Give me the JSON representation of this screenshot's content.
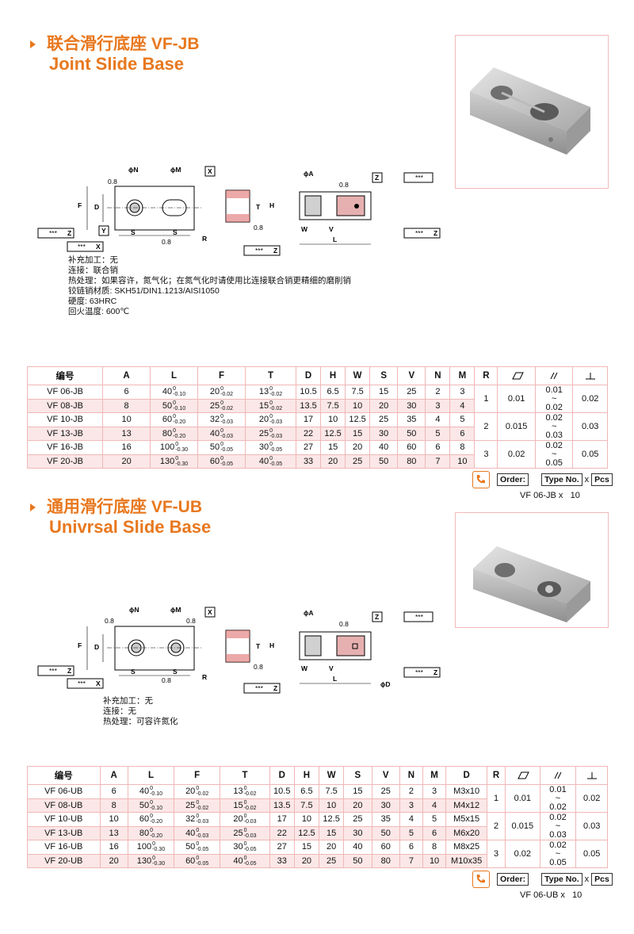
{
  "section1": {
    "title_zh": "联合滑行底座 VF-JB",
    "title_en": "Joint Slide Base",
    "notes": [
      "补充加工：无",
      "连接：联合销",
      "热处理：如果容许，氮气化；在氮气化时请使用比连接联合销更精细的磨削销",
      "铰链销材质: SKH51/DIN1.1213/AISI1050",
      "硬度: 63HRC",
      "回火温度: 600℃"
    ],
    "headers": [
      "编号",
      "A",
      "L",
      "F",
      "T",
      "D",
      "H",
      "W",
      "S",
      "V",
      "N",
      "M",
      "R"
    ],
    "rows": [
      {
        "no": "VF 06-JB",
        "A": "6",
        "L": "40",
        "F": "20",
        "T": "13",
        "D": "10.5",
        "H": "6.5",
        "W": "7.5",
        "S": "15",
        "V": "25",
        "N": "2",
        "M": "3"
      },
      {
        "no": "VF 08-JB",
        "A": "8",
        "L": "50",
        "F": "25",
        "T": "15",
        "D": "13.5",
        "H": "7.5",
        "W": "10",
        "S": "20",
        "V": "30",
        "N": "3",
        "M": "4"
      },
      {
        "no": "VF 10-JB",
        "A": "10",
        "L": "60",
        "F": "32",
        "T": "20",
        "D": "17",
        "H": "10",
        "W": "12.5",
        "S": "25",
        "V": "35",
        "N": "4",
        "M": "5"
      },
      {
        "no": "VF 13-JB",
        "A": "13",
        "L": "80",
        "F": "40",
        "T": "25",
        "D": "22",
        "H": "12.5",
        "W": "15",
        "S": "30",
        "V": "50",
        "N": "5",
        "M": "6"
      },
      {
        "no": "VF 16-JB",
        "A": "16",
        "L": "100",
        "F": "50",
        "T": "30",
        "D": "27",
        "H": "15",
        "W": "20",
        "S": "40",
        "V": "60",
        "N": "6",
        "M": "8"
      },
      {
        "no": "VF 20-JB",
        "A": "20",
        "L": "130",
        "F": "60",
        "T": "40",
        "D": "33",
        "H": "20",
        "W": "25",
        "S": "50",
        "V": "80",
        "N": "7",
        "M": "10"
      }
    ],
    "order_example": "VF 06-JB",
    "order_qty": "10"
  },
  "section2": {
    "title_zh": "通用滑行底座 VF-UB",
    "title_en": "Univrsal Slide Base",
    "notes": [
      "补充加工：无",
      "连接：无",
      "热处理：可容许氮化"
    ],
    "headers": [
      "编号",
      "A",
      "L",
      "F",
      "T",
      "D",
      "H",
      "W",
      "S",
      "V",
      "N",
      "M",
      "D",
      "R"
    ],
    "rows": [
      {
        "no": "VF 06-UB",
        "A": "6",
        "L": "40",
        "F": "20",
        "T": "13",
        "D": "10.5",
        "H": "6.5",
        "W": "7.5",
        "S": "15",
        "V": "25",
        "N": "2",
        "M": "3",
        "Dm": "M3x10"
      },
      {
        "no": "VF 08-UB",
        "A": "8",
        "L": "50",
        "F": "25",
        "T": "15",
        "D": "13.5",
        "H": "7.5",
        "W": "10",
        "S": "20",
        "V": "30",
        "N": "3",
        "M": "4",
        "Dm": "M4x12"
      },
      {
        "no": "VF 10-UB",
        "A": "10",
        "L": "60",
        "F": "32",
        "T": "20",
        "D": "17",
        "H": "10",
        "W": "12.5",
        "S": "25",
        "V": "35",
        "N": "4",
        "M": "5",
        "Dm": "M5x15"
      },
      {
        "no": "VF 13-UB",
        "A": "13",
        "L": "80",
        "F": "40",
        "T": "25",
        "D": "22",
        "H": "12.5",
        "W": "15",
        "S": "30",
        "V": "50",
        "N": "5",
        "M": "6",
        "Dm": "M6x20"
      },
      {
        "no": "VF 16-UB",
        "A": "16",
        "L": "100",
        "F": "50",
        "T": "30",
        "D": "27",
        "H": "15",
        "W": "20",
        "S": "40",
        "V": "60",
        "N": "6",
        "M": "8",
        "Dm": "M8x25"
      },
      {
        "no": "VF 20-UB",
        "A": "20",
        "L": "130",
        "F": "60",
        "T": "40",
        "D": "33",
        "H": "20",
        "W": "25",
        "S": "50",
        "V": "80",
        "N": "7",
        "M": "10",
        "Dm": "M10x35"
      }
    ],
    "order_example": "VF 06-UB",
    "order_qty": "10"
  },
  "tolerances": {
    "L": [
      {
        "up": "0",
        "lo": "-0.10"
      },
      {
        "up": "0",
        "lo": "-0.10"
      },
      {
        "up": "0",
        "lo": "-0.20"
      },
      {
        "up": "0",
        "lo": "-0.20"
      },
      {
        "up": "0",
        "lo": "-0.30"
      },
      {
        "up": "0",
        "lo": "-0.30"
      }
    ],
    "F": [
      {
        "up": "0",
        "lo": "-0.02"
      },
      {
        "up": "0",
        "lo": "-0.02"
      },
      {
        "up": "0",
        "lo": "-0.03"
      },
      {
        "up": "0",
        "lo": "-0.03"
      },
      {
        "up": "0",
        "lo": "-0.05"
      },
      {
        "up": "0",
        "lo": "-0.05"
      }
    ],
    "T": [
      {
        "up": "0",
        "lo": "-0.02"
      },
      {
        "up": "0",
        "lo": "-0.02"
      },
      {
        "up": "0",
        "lo": "-0.03"
      },
      {
        "up": "0",
        "lo": "-0.03"
      },
      {
        "up": "0",
        "lo": "-0.05"
      },
      {
        "up": "0",
        "lo": "-0.05"
      }
    ]
  },
  "groups": [
    {
      "R": "1",
      "flat": "0.01",
      "par_a": "0.01",
      "par_b": "0.02",
      "perp": "0.02"
    },
    {
      "R": "2",
      "flat": "0.015",
      "par_a": "0.02",
      "par_b": "0.03",
      "perp": "0.03"
    },
    {
      "R": "3",
      "flat": "0.02",
      "par_a": "0.02",
      "par_b": "0.05",
      "perp": "0.05"
    }
  ],
  "tilde": "~",
  "order": {
    "label": "Order:",
    "type_label": "Type No.",
    "x": "x",
    "pcs_label": "Pcs"
  },
  "drawing_labels": {
    "N": "ϕN",
    "M": "ϕM",
    "X": "X",
    "Y": "Y",
    "Z": "Z",
    "F": "F",
    "D": "D",
    "S": "S",
    "R": "R",
    "A": "ϕA",
    "H": "H",
    "T": "T",
    "W": "W",
    "V": "V",
    "L": "L",
    "PD": "ϕD",
    "r08": "0.8",
    "stars": "***"
  },
  "colors": {
    "accent": "#e8781e",
    "border": "#f0b7b7",
    "highlight": "#fbe7e7"
  }
}
